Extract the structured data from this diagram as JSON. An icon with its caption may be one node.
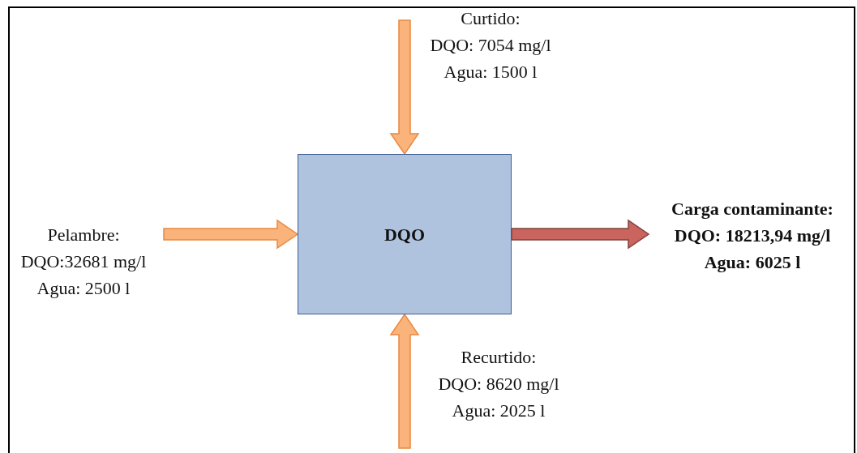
{
  "diagram": {
    "nodes": [
      {
        "text": [
          "DQO"
        ]
      },
      {
        "text": [
          "Curtido:",
          "DQO: 7054 mg/l",
          "Agua: 1500 l"
        ]
      },
      {
        "text": [
          "Pelambre:",
          "DQO:32681 mg/l",
          "Agua: 2500 l"
        ]
      },
      {
        "text": [
          "Recurtido:",
          "DQO: 8620 mg/l",
          "Agua: 2025 l"
        ]
      },
      {
        "text": [
          "Carga contaminante:",
          "DQO: 18213,94 mg/l",
          "Agua: 6025 l"
        ]
      }
    ],
    "edges": [
      {
        "from": 1,
        "to": 0,
        "arrow": "to"
      },
      {
        "from": 2,
        "to": 0,
        "arrow": "to"
      },
      {
        "from": 0,
        "to": 4,
        "arrow": "to",
        "color": "#c9645e"
      },
      {
        "from": 3,
        "to": 0,
        "arrow": "to"
      }
    ]
  }
}
